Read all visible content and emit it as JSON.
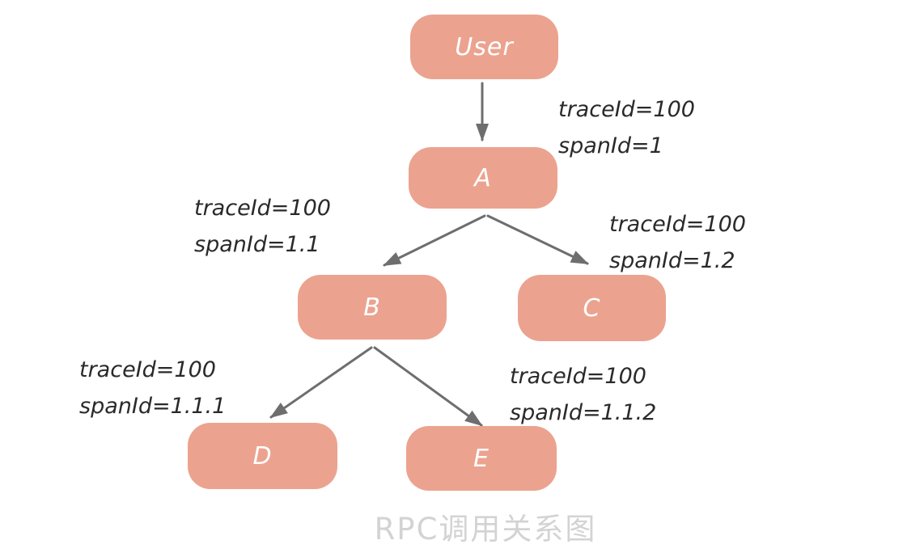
{
  "diagram": {
    "title": "RPC调用关系图",
    "nodes": [
      {
        "id": "user",
        "label": "User"
      },
      {
        "id": "a",
        "label": "A"
      },
      {
        "id": "b",
        "label": "B"
      },
      {
        "id": "c",
        "label": "C"
      },
      {
        "id": "d",
        "label": "D"
      },
      {
        "id": "e",
        "label": "E"
      }
    ],
    "edges": [
      {
        "from": "User",
        "to": "A",
        "trace": "traceId=100",
        "span": "spanId=1"
      },
      {
        "from": "A",
        "to": "B",
        "trace": "traceId=100",
        "span": "spanId=1.1"
      },
      {
        "from": "A",
        "to": "C",
        "trace": "traceId=100",
        "span": "spanId=1.2"
      },
      {
        "from": "B",
        "to": "D",
        "trace": "traceId=100",
        "span": "spanId=1.1.1"
      },
      {
        "from": "B",
        "to": "E",
        "trace": "traceId=100",
        "span": "spanId=1.1.2"
      }
    ],
    "colors": {
      "node_fill": "#EBA38F",
      "node_text": "#FFFFFF",
      "label_text": "#2A2A2A",
      "arrow": "#6E6E6E",
      "title_text": "#D3D3D3",
      "background": "#FFFFFF"
    }
  }
}
